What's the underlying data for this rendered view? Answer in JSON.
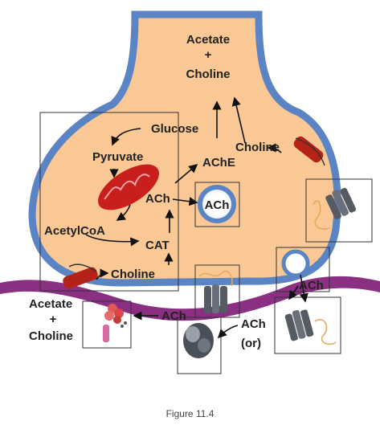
{
  "figure": {
    "caption": "Figure 11.4",
    "labels": {
      "acetate_top": "Acetate",
      "plus_top": "+",
      "choline_top": "Choline",
      "glucose": "Glucose",
      "pyruvate": "Pyruvate",
      "ach_inner": "ACh",
      "ache": "AChE",
      "choline_transporter": "Choline",
      "ach_vesicle": "ACh",
      "acetylcoa": "AcetylCoA",
      "cat": "CAT",
      "choline_lower": "Choline",
      "ach_release": "ACh",
      "acetate_bottom": "Acetate",
      "plus_bottom": "+",
      "choline_bottom": "Choline",
      "ach_cleft": "ACh",
      "ach_receptor": "ACh",
      "or": "(or)"
    },
    "colors": {
      "terminal_fill": "#f9c894",
      "terminal_membrane": "#5b84c4",
      "postsynaptic_membrane": "#8a2f82",
      "mitochondrion": "#c81e1e",
      "transporter": "#b52218",
      "receptor": "#555a63",
      "box_border": "#333333"
    }
  }
}
